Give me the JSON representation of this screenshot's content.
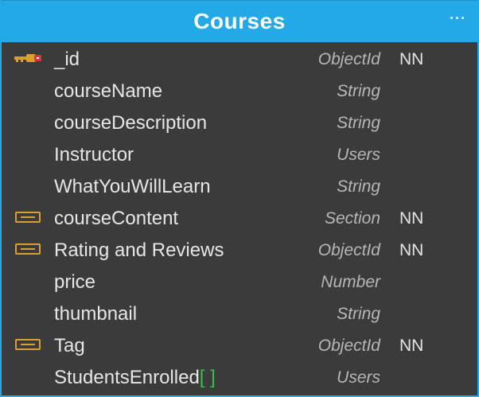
{
  "entity": {
    "title": "Courses",
    "menu": "···"
  },
  "fields": [
    {
      "name": "_id",
      "type": "ObjectId",
      "nn": "NN",
      "icon": "primary-key-icon"
    },
    {
      "name": "courseName",
      "type": "String",
      "nn": "",
      "icon": ""
    },
    {
      "name": "courseDescription",
      "type": "String",
      "nn": "",
      "icon": ""
    },
    {
      "name": "Instructor",
      "type": "Users",
      "nn": "",
      "icon": ""
    },
    {
      "name": "WhatYouWillLearn",
      "type": "String",
      "nn": "",
      "icon": ""
    },
    {
      "name": "courseContent",
      "type": "Section",
      "nn": "NN",
      "icon": "foreign-key-icon"
    },
    {
      "name": "Rating and Reviews",
      "type": "ObjectId",
      "nn": "NN",
      "icon": "foreign-key-icon"
    },
    {
      "name": "price",
      "type": "Number",
      "nn": "",
      "icon": ""
    },
    {
      "name": "thumbnail",
      "type": "String",
      "nn": "",
      "icon": ""
    },
    {
      "name": "Tag",
      "type": "ObjectId",
      "nn": "NN",
      "icon": "foreign-key-icon"
    },
    {
      "name": "StudentsEnrolled",
      "array_marker": "[ ]",
      "type": "Users",
      "nn": "",
      "icon": ""
    }
  ],
  "colors": {
    "header": "#23a9e8",
    "body": "#3b3b3b",
    "key_icon": "#d9a030",
    "array_bracket": "#36c24a"
  }
}
